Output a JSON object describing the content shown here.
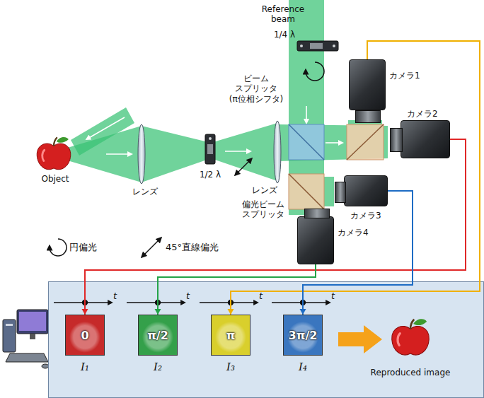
{
  "diagram": {
    "nodes": [
      {
        "text": [
          "カメラ1"
        ]
      },
      {
        "text": [
          "カメラ2"
        ]
      },
      {
        "text": [
          "カメラ3"
        ]
      },
      {
        "text": [
          "カメラ4"
        ]
      },
      {
        "text": [
          "Reproduced image"
        ]
      },
      {
        "text": [
          "0",
          "I₁"
        ],
        "in": 4
      },
      {
        "text": [
          "π/2",
          "I₂"
        ],
        "in": 4
      },
      {
        "text": [
          "π",
          "I₃"
        ],
        "in": 4
      },
      {
        "text": [
          "3π/2",
          "I₄"
        ],
        "in": 4
      }
    ],
    "edges": [
      {
        "from": 1,
        "to": 5,
        "arrow": "to"
      },
      {
        "from": 3,
        "to": 6,
        "arrow": "to"
      },
      {
        "from": 0,
        "to": 7,
        "arrow": "to"
      },
      {
        "from": 2,
        "to": 8,
        "arrow": "to"
      }
    ],
    "labels": [
      "Reference beam",
      "1/4 λ",
      "ビーム スプリッタ (π位相シフタ)",
      "Object",
      "レンズ",
      "1/2 λ",
      "レンズ",
      "偏光ビーム スプリッタ",
      "t",
      "t",
      "t",
      "t"
    ],
    "legend": [
      {
        "text": "円偏光"
      },
      {
        "text": "45°直線偏光"
      }
    ]
  }
}
